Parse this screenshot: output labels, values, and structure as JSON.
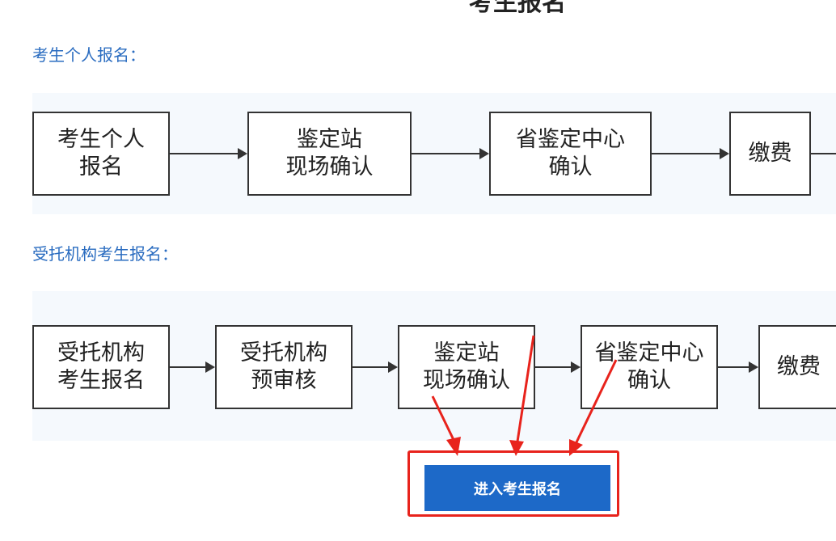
{
  "page": {
    "title": "考生报名"
  },
  "individual": {
    "label": "考生个人报名：",
    "steps": [
      "考生个人\n报名",
      "鉴定站\n现场确认",
      "省鉴定中心\n确认",
      "缴费"
    ]
  },
  "entrusted": {
    "label": "受托机构考生报名：",
    "steps": [
      "受托机构\n考生报名",
      "受托机构\n预审核",
      "鉴定站\n现场确认",
      "省鉴定中心\n确认",
      "缴费"
    ]
  },
  "enter_button": {
    "label": "进入考生报名"
  },
  "colors": {
    "link_blue": "#2a6cc0",
    "button_blue": "#1d69c8",
    "annotation_red": "#e8231c",
    "flow_background": "#f5f9fd"
  }
}
